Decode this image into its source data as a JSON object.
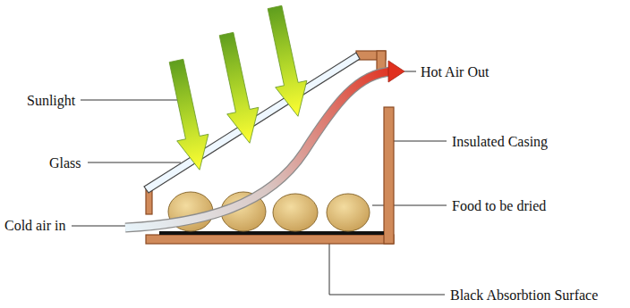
{
  "diagram": {
    "labels": [
      "Sunlight",
      "Glass",
      "Cold air in",
      "Hot Air Out",
      "Insulated Casing",
      "Food to be dried",
      "Black Absorbtion Surface"
    ]
  }
}
